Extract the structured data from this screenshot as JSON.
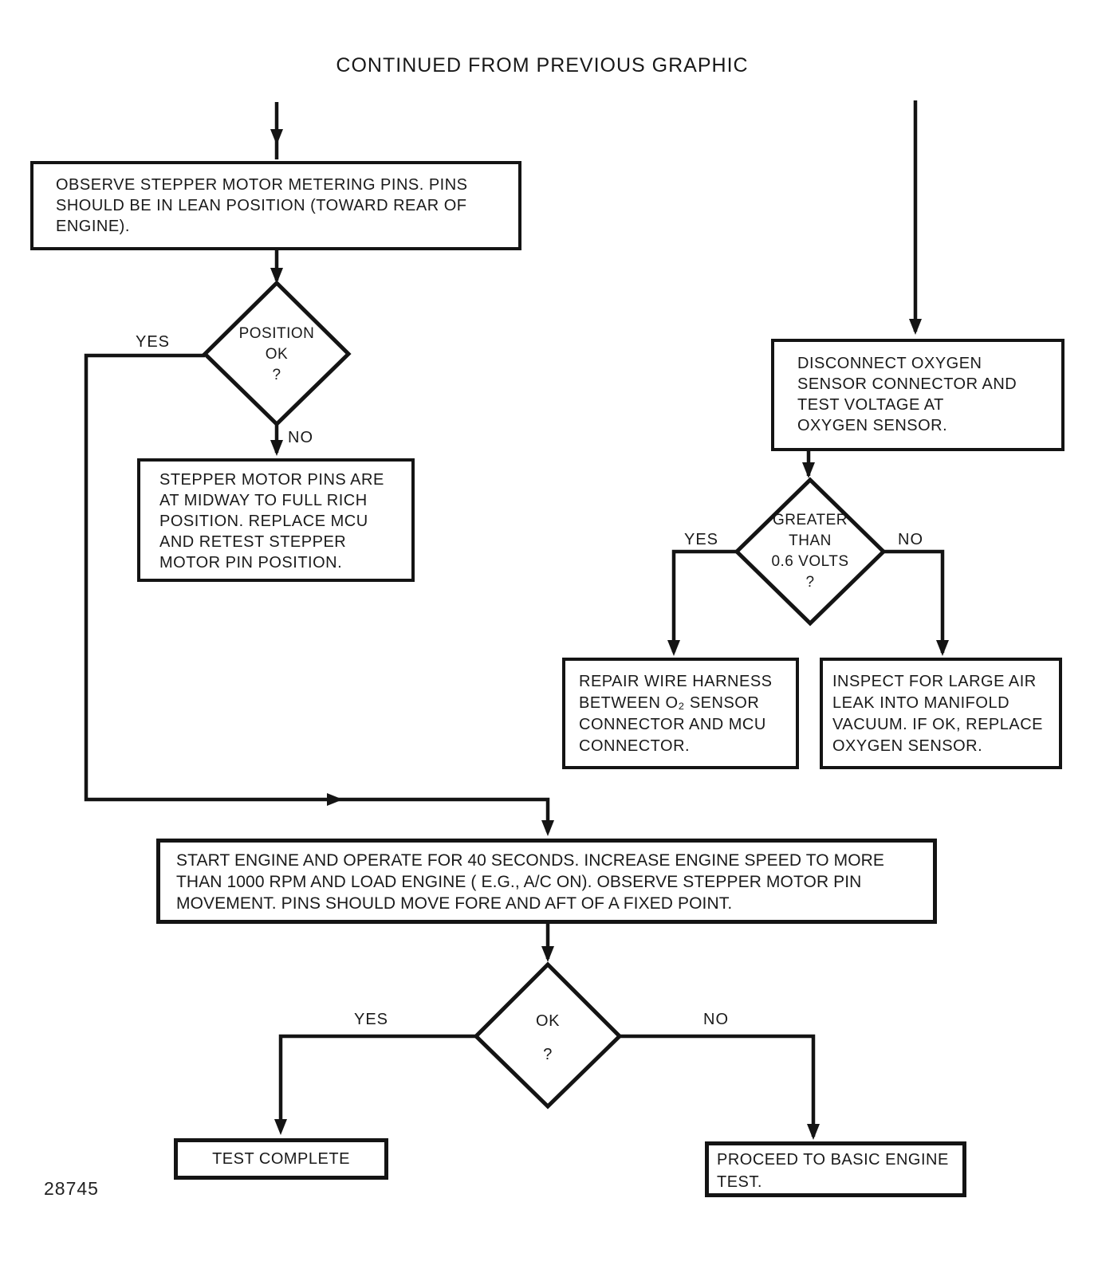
{
  "title": "CONTINUED FROM PREVIOUS GRAPHIC",
  "figure_number": "28745",
  "colors": {
    "ink": "#141414",
    "paper": "#ffffff"
  },
  "nodes": {
    "observe_pins": "OBSERVE STEPPER MOTOR METERING PINS. PINS\nSHOULD BE IN LEAN POSITION (TOWARD REAR OF\nENGINE).",
    "replace_mcu": "STEPPER MOTOR PINS ARE\nAT MIDWAY TO FULL RICH\nPOSITION. REPLACE MCU\nAND RETEST STEPPER\nMOTOR PIN POSITION.",
    "disconnect_sensor": "DISCONNECT OXYGEN\nSENSOR CONNECTOR AND\nTEST VOLTAGE AT\nOXYGEN SENSOR.",
    "repair_harness": "REPAIR WIRE HARNESS\nBETWEEN O₂ SENSOR\nCONNECTOR AND MCU\nCONNECTOR.",
    "inspect_leak": "INSPECT FOR LARGE AIR\nLEAK INTO MANIFOLD\nVACUUM. IF OK, REPLACE\nOXYGEN SENSOR.",
    "start_engine": "START ENGINE AND OPERATE FOR 40 SECONDS. INCREASE ENGINE SPEED TO MORE\nTHAN 1000 RPM AND LOAD ENGINE ( E.G., A/C ON). OBSERVE STEPPER MOTOR PIN\nMOVEMENT. PINS SHOULD MOVE FORE AND AFT OF A FIXED POINT.",
    "test_complete": "TEST COMPLETE",
    "proceed_basic": "PROCEED TO BASIC ENGINE\nTEST."
  },
  "decisions": {
    "position_ok": {
      "label": "POSITION\nOK\n?",
      "yes": "YES",
      "no": "NO"
    },
    "voltage": {
      "label": "GREATER\nTHAN\n0.6 VOLTS\n?",
      "yes": "YES",
      "no": "NO"
    },
    "movement_ok": {
      "label": "OK\n?",
      "yes": "YES",
      "no": "NO"
    }
  }
}
